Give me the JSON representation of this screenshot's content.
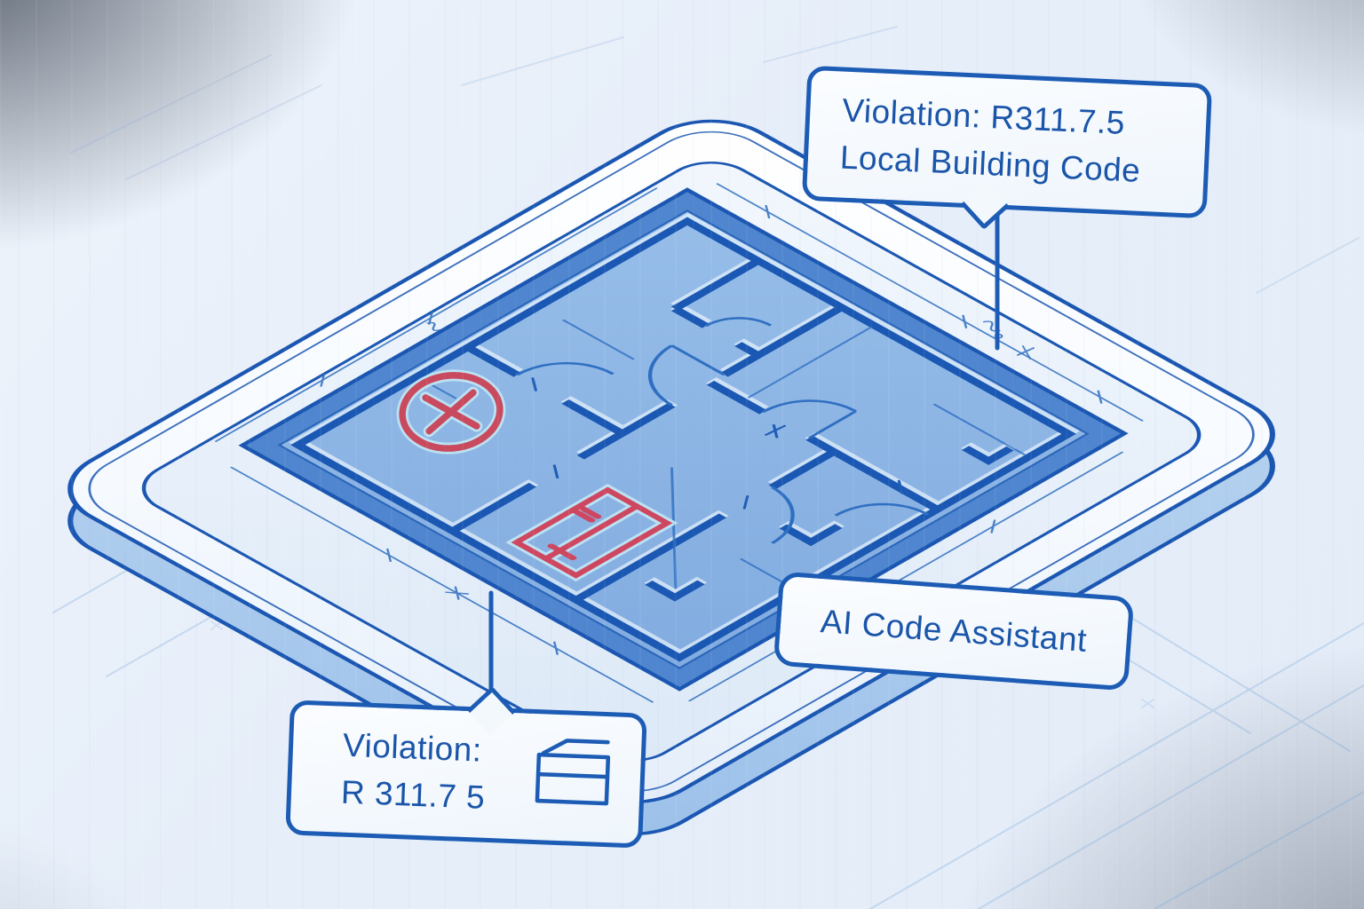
{
  "illustration": {
    "callouts": {
      "top": {
        "line1": "Violation: R311.7.5",
        "line2": "Local Building Code"
      },
      "bottom": {
        "line1": "Violation:",
        "line2": "R 311.7 5",
        "icon": "folder-icon"
      },
      "assistant": {
        "label": "AI Code Assistant"
      }
    },
    "markers": {
      "x_marker_icon": "circle-x-icon",
      "stairs_marker_icon": "stairs-outline-icon"
    },
    "colors": {
      "accent_blue": "#1d5cb5",
      "text_blue": "#1a55a9",
      "violation_red": "#c9495f",
      "plan_fill_blue": "#8bb4e3",
      "screen_frame_blue": "#4a82cc",
      "tablet_side_blue": "#abccee",
      "background_tint": "#e9f0f9"
    }
  }
}
